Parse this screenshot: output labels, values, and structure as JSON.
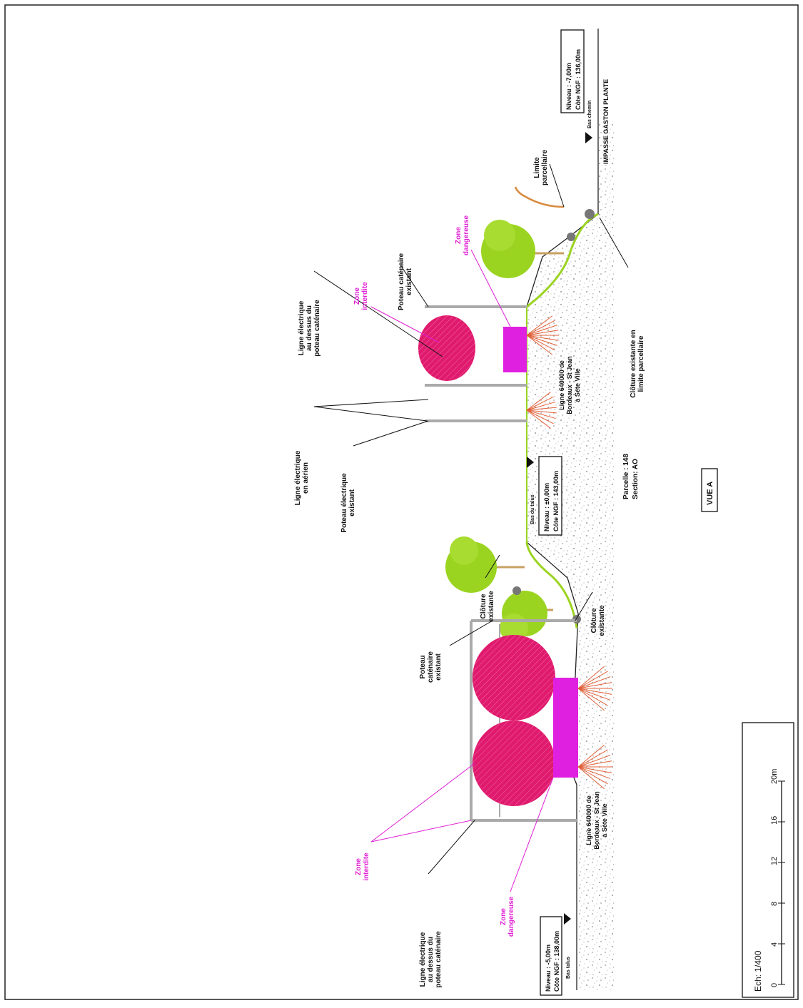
{
  "title_block": {
    "view_label": "VUE A"
  },
  "parcel": {
    "line1": "Parcelle : 148",
    "line2": "Section: AO"
  },
  "road_label": "IMPASSE GASTON PLANTE",
  "levels": {
    "left": {
      "niveau": "Niveau : -5,00m",
      "cote": "Côte NGF : 138,00m",
      "sub": "Bas talus"
    },
    "center": {
      "niveau": "Niveau : ±0,00m",
      "cote": "Côte NGF : 143,00m",
      "sub": "Bas du talus"
    },
    "right": {
      "niveau": "Niveau : -7,00m",
      "cote": "Côte NGF : 136,00m",
      "sub": "Bas chemin"
    }
  },
  "labels": {
    "ligne_dessus_left": [
      "Ligne électrique",
      "au dessus du",
      "poteau caténaire"
    ],
    "ligne_dessus_right": [
      "Ligne électrique",
      "au dessus du",
      "poteau caténaire"
    ],
    "ligne_aerien": [
      "Ligne électrique",
      "en aérien"
    ],
    "poteau_electrique": [
      "Poteau électrique",
      "existant"
    ],
    "poteau_catenaire_left": [
      "Poteau",
      "caténaire",
      "existant"
    ],
    "poteau_catenaire_right": [
      "Poteau caténaire",
      "existant"
    ],
    "cloture_left": [
      "Clôture",
      "existante"
    ],
    "cloture_mid": [
      "Clôture",
      "existante"
    ],
    "cloture_limite": [
      "Clôture existante en",
      "limite parcellaire"
    ],
    "limite_parcellaire": [
      "Limite",
      "parcellaire"
    ],
    "rail_left": [
      "Ligne 640000 de",
      "Bordeaux - St Jean",
      "à Sète Ville"
    ],
    "rail_right": [
      "Ligne 640000 de",
      "Bordeaux - St Jean",
      "à Sète Ville"
    ]
  },
  "zones": {
    "interdite_left": [
      "Zone",
      "interdite"
    ],
    "interdite_right": [
      "Zone",
      "interdite"
    ],
    "dangereuse_left": [
      "Zone",
      "dangereuse"
    ],
    "dangereuse_right": [
      "Zone",
      "dangereuse"
    ]
  },
  "scale": {
    "label": "Ech: 1/400",
    "ticks": [
      "0",
      "4",
      "8",
      "12",
      "16",
      "20m"
    ]
  },
  "colors": {
    "zone_interdite": "#e01a6e",
    "zone_dangereuse": "#e020e0",
    "vegetation": "#9bd420",
    "ground": "#b7b7b7",
    "annotation_magenta": "#e01fd4",
    "rail_roots": "#e0613a"
  }
}
